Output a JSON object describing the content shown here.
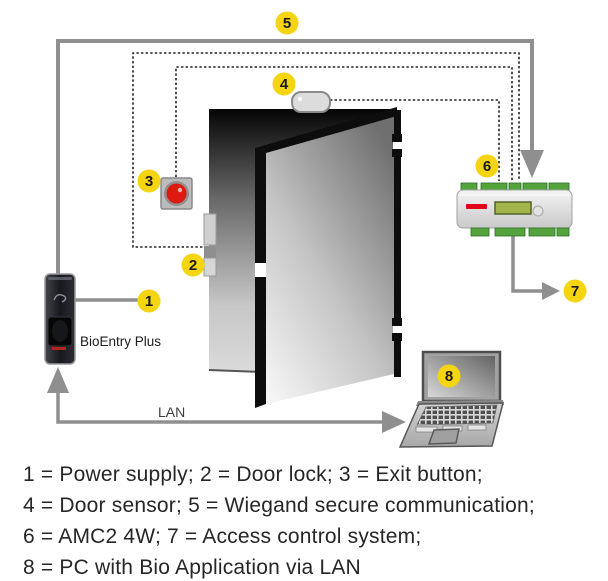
{
  "diagram": {
    "device_label": "BioEntry Plus",
    "lan_label": "LAN",
    "markers": [
      {
        "num": "1"
      },
      {
        "num": "2"
      },
      {
        "num": "3"
      },
      {
        "num": "4"
      },
      {
        "num": "5"
      },
      {
        "num": "6"
      },
      {
        "num": "7"
      },
      {
        "num": "8"
      }
    ],
    "colors": {
      "marker_yellow": "#f5d410",
      "solid_line_gray": "#8f8f8f",
      "dashed_line_black": "#222222",
      "bosch_red": "#e2001a",
      "terminal_green": "#55a33c",
      "lcd_green": "#a3b54a",
      "exit_button_red": "#dd1a12"
    }
  },
  "legend": {
    "lines": [
      "1 = Power supply; 2 = Door lock; 3 = Exit button;",
      "4 = Door sensor; 5 = Wiegand secure communication;",
      "6 = AMC2 4W; 7 = Access control system;",
      "8 = PC with Bio Application via LAN"
    ]
  }
}
